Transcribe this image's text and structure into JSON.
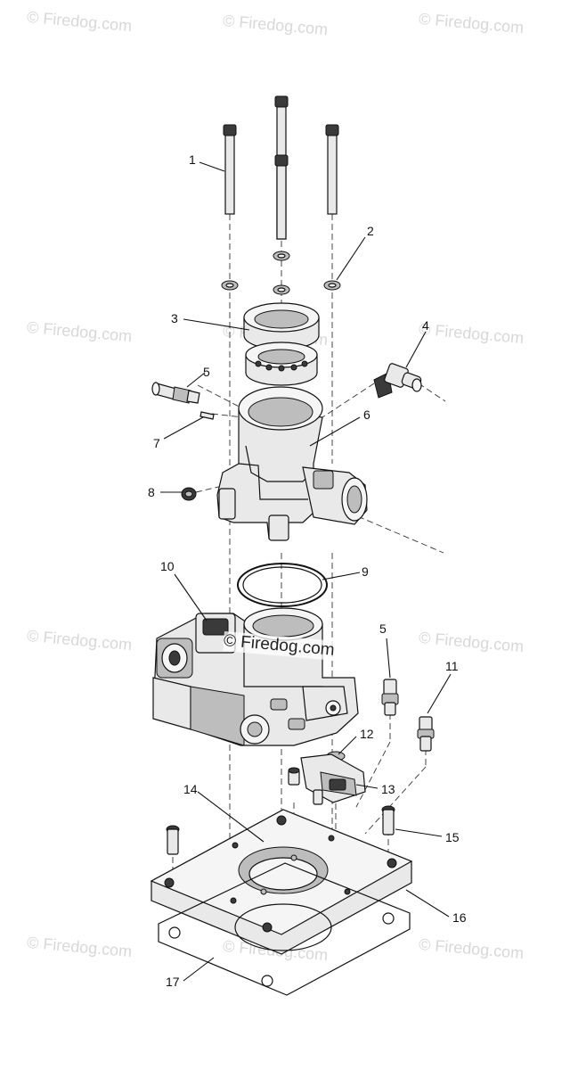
{
  "watermark_text": "© Firedog.com",
  "center_watermark_text": "© Firedog.com",
  "callouts": [
    {
      "id": "1",
      "label": "1"
    },
    {
      "id": "2",
      "label": "2"
    },
    {
      "id": "3",
      "label": "3"
    },
    {
      "id": "4",
      "label": "4"
    },
    {
      "id": "5a",
      "label": "5"
    },
    {
      "id": "6",
      "label": "6"
    },
    {
      "id": "7",
      "label": "7"
    },
    {
      "id": "8",
      "label": "8"
    },
    {
      "id": "9",
      "label": "9"
    },
    {
      "id": "10",
      "label": "10"
    },
    {
      "id": "5b",
      "label": "5"
    },
    {
      "id": "11",
      "label": "11"
    },
    {
      "id": "12",
      "label": "12"
    },
    {
      "id": "13",
      "label": "13"
    },
    {
      "id": "14",
      "label": "14"
    },
    {
      "id": "15",
      "label": "15"
    },
    {
      "id": "16",
      "label": "16"
    },
    {
      "id": "17",
      "label": "17"
    }
  ]
}
